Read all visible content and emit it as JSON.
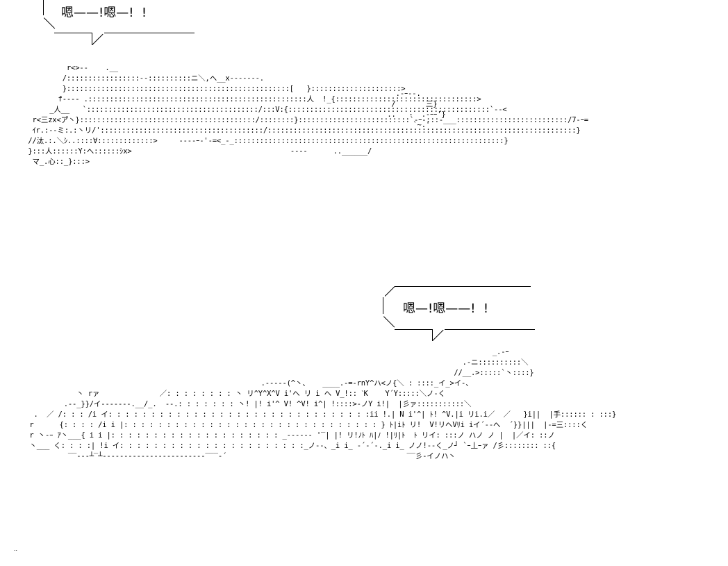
{
  "scene_1": {
    "speech": "嗯——!嗯—!  !",
    "art": "\n           r<>--    .__\n          /:::::::::::::::::--::::::::::ニ＼,へ__x-------.\n          }::::::::::::::::::::::::::::::::::::::::::::::::::::[   }:::::::::::::::::::::>\n         f---- .:::::::::::::::::::::::::::::::::::::::::::::::::::人  !_{:::::::::::::::::::::::::::::::::>\n       _人__   `::::::::::::::::::::::::::::::::::::::::/:::V:{:::::::::::::::::::::::::::::::::::::::::::::::`--<\n   r<三zx<ア゙丶}:::::::::::::::::::::::::::::::::::::::::/::::::::}::::::::::::::::::::::::::`-ｰ-:::-___::::::::::::::::::::::::::/7-ｰ=\n   ｲr.:--ミ:.:丶リ/'::::::::::::::::::::::::::::::::::::::/::::::::::::::::::::::::::::::::::::::::::::::::::::::::::::::::::::::::}\n  //汰.:.＼ｼ..::::∀:::::::::::::>     ----ｰ-'-=<_-_:::::::::::::::::::::::::::::::::::::::::::::::::::::::::::::::}\n  }:::人::::::Y:へ::::::ｼx>                                     ----      ..______/\n   マ_.心::_}:::>\n",
    "tail_art": "    .-ｰ--.\n   /       三}\n  ..   -  .-ｰｰ'}\n        `~.'"
  },
  "scene_2": {
    "speech": "嗯—!嗯——!  !",
    "art": "                                                                                                              _.-ｰ\n                                                                                                       .-ニ::::::::::＼\n                                                                                                     //__.>:::::`丶::::}\n                                                        .-----(^丶、   ____.-=-rnY^ハ<ノ{＼ : ::::_イ_>イ-、\n             丶 rァ              ／: : : : : : : : 丶 リ^Y^X^V i'ヘ リ i ヘ V_!:: ˋK    Y´Y:::::＼ノ-く\n          .--_}}/イ-------.__/_.  --.: : : : : : : 丶! |! i'^ V! ^V! i^| !::::>-ノY i!|  |彡ァ:::::::::::＼\n   .  ／ /: : : /i イ: : : : : : : : : : : : : : : : : : : : : : : : : : : : : : :ii !.| N i'^| ﾄ! ^V.|i リi.i／  ／   }i||  |手:::::: : :::}\n  r      {: : : : /i i |: : : : : : : : : : : : : : : : : : : : : : : : : : : : : : } ﾄ|iﾄ リ!  V!リヘVﾘi iイ´--へ  ´}}|||  |-=三::::く\n  r 丶-ｰ ｱ丶___{ i i |: : : : : : : : : : : : : : : : : : : : _------ '‾| |! リ!ﾉﾄ ﾊ|ﾉ !|ﾘ|ﾄ  ﾄ リイ: :::ノ ハノ ノ |  |／イ: ::ノ\n  丶___ く: : : :| !i イ: : : : : : : : : : : : : : : : : : : : : :_ノ--、_i i_ -´-´-._i i_ ノノ!--く_ノ┘ `ｰ丄ｰァ /彡:::::::: ::{\n           ‾‾---┴‾┴------------------------‾‾‾-´                                          ‾‾彡-イノハ丶"
  },
  "footer": {
    "mark": ".."
  }
}
